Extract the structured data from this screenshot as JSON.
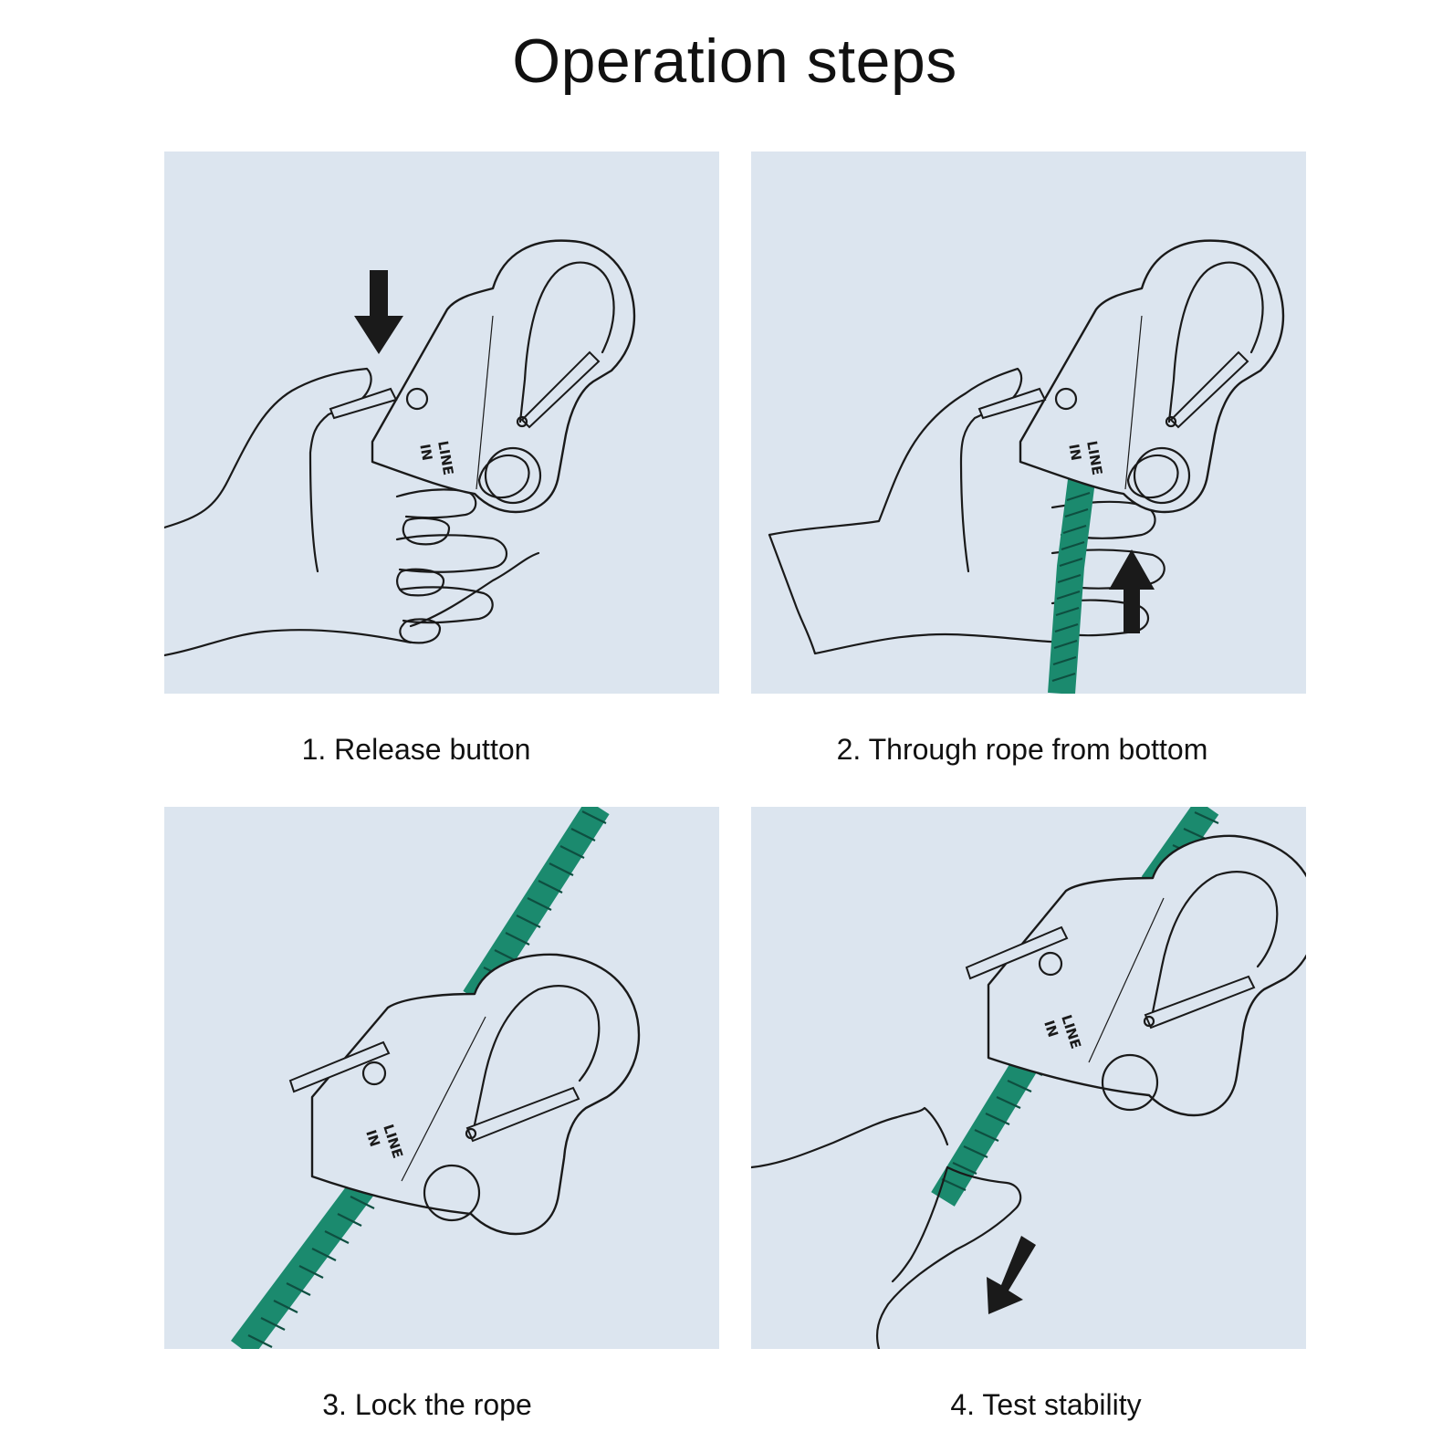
{
  "title": "Operation steps",
  "steps": [
    {
      "caption": "1. Release button",
      "device_label_line1": "LINE",
      "device_label_line2": "IN"
    },
    {
      "caption": "2. Through rope from bottom",
      "device_label_line1": "LINE",
      "device_label_line2": "IN"
    },
    {
      "caption": "3. Lock the rope",
      "device_label_line1": "LINE",
      "device_label_line2": "IN"
    },
    {
      "caption": "4. Test stability",
      "device_label_line1": "LINE",
      "device_label_line2": "IN"
    }
  ],
  "colors": {
    "panel_background": "#dce5ef",
    "rope": "#1b8a6e",
    "line_art": "#1a1a1a"
  }
}
